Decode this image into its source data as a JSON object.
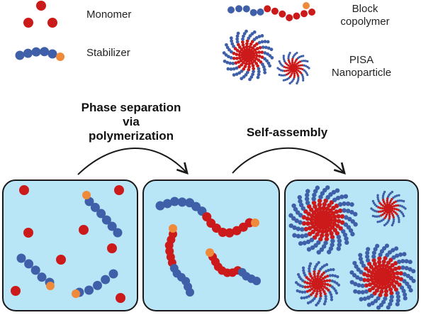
{
  "legend": {
    "monomer": "Monomer",
    "stabilizer": "Stabilizer",
    "block_line1": "Block",
    "block_line2": "copolymer",
    "pisa_line1": "PISA",
    "pisa_line2": "Nanoparticle"
  },
  "steps": {
    "phase_line1": "Phase separation",
    "phase_line2": "via",
    "phase_line3": "polymerization",
    "self_assembly": "Self-assembly"
  },
  "colors": {
    "monomer_red": "#cc1a1a",
    "stabilizer_blue": "#3f5fa8",
    "end_orange": "#ee8a3a",
    "panel_fill": "#b9e6f6",
    "panel_stroke": "#1a1a1a"
  }
}
